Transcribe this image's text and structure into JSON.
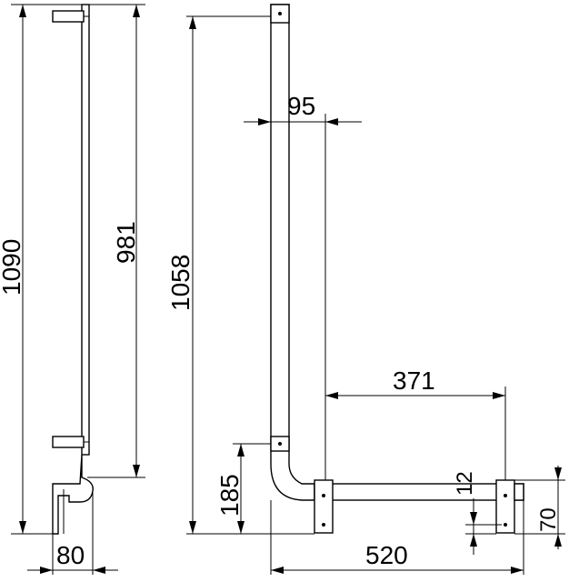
{
  "side_view": {
    "overall_height": "1090",
    "grab_height": "981",
    "depth": "80"
  },
  "front_view": {
    "vertical_height": "1058",
    "upper_offset": "95",
    "foot_spacing": "371",
    "lower_height": "185",
    "overall_width": "520",
    "foot_hole_offset": "12",
    "foot_height": "70"
  }
}
